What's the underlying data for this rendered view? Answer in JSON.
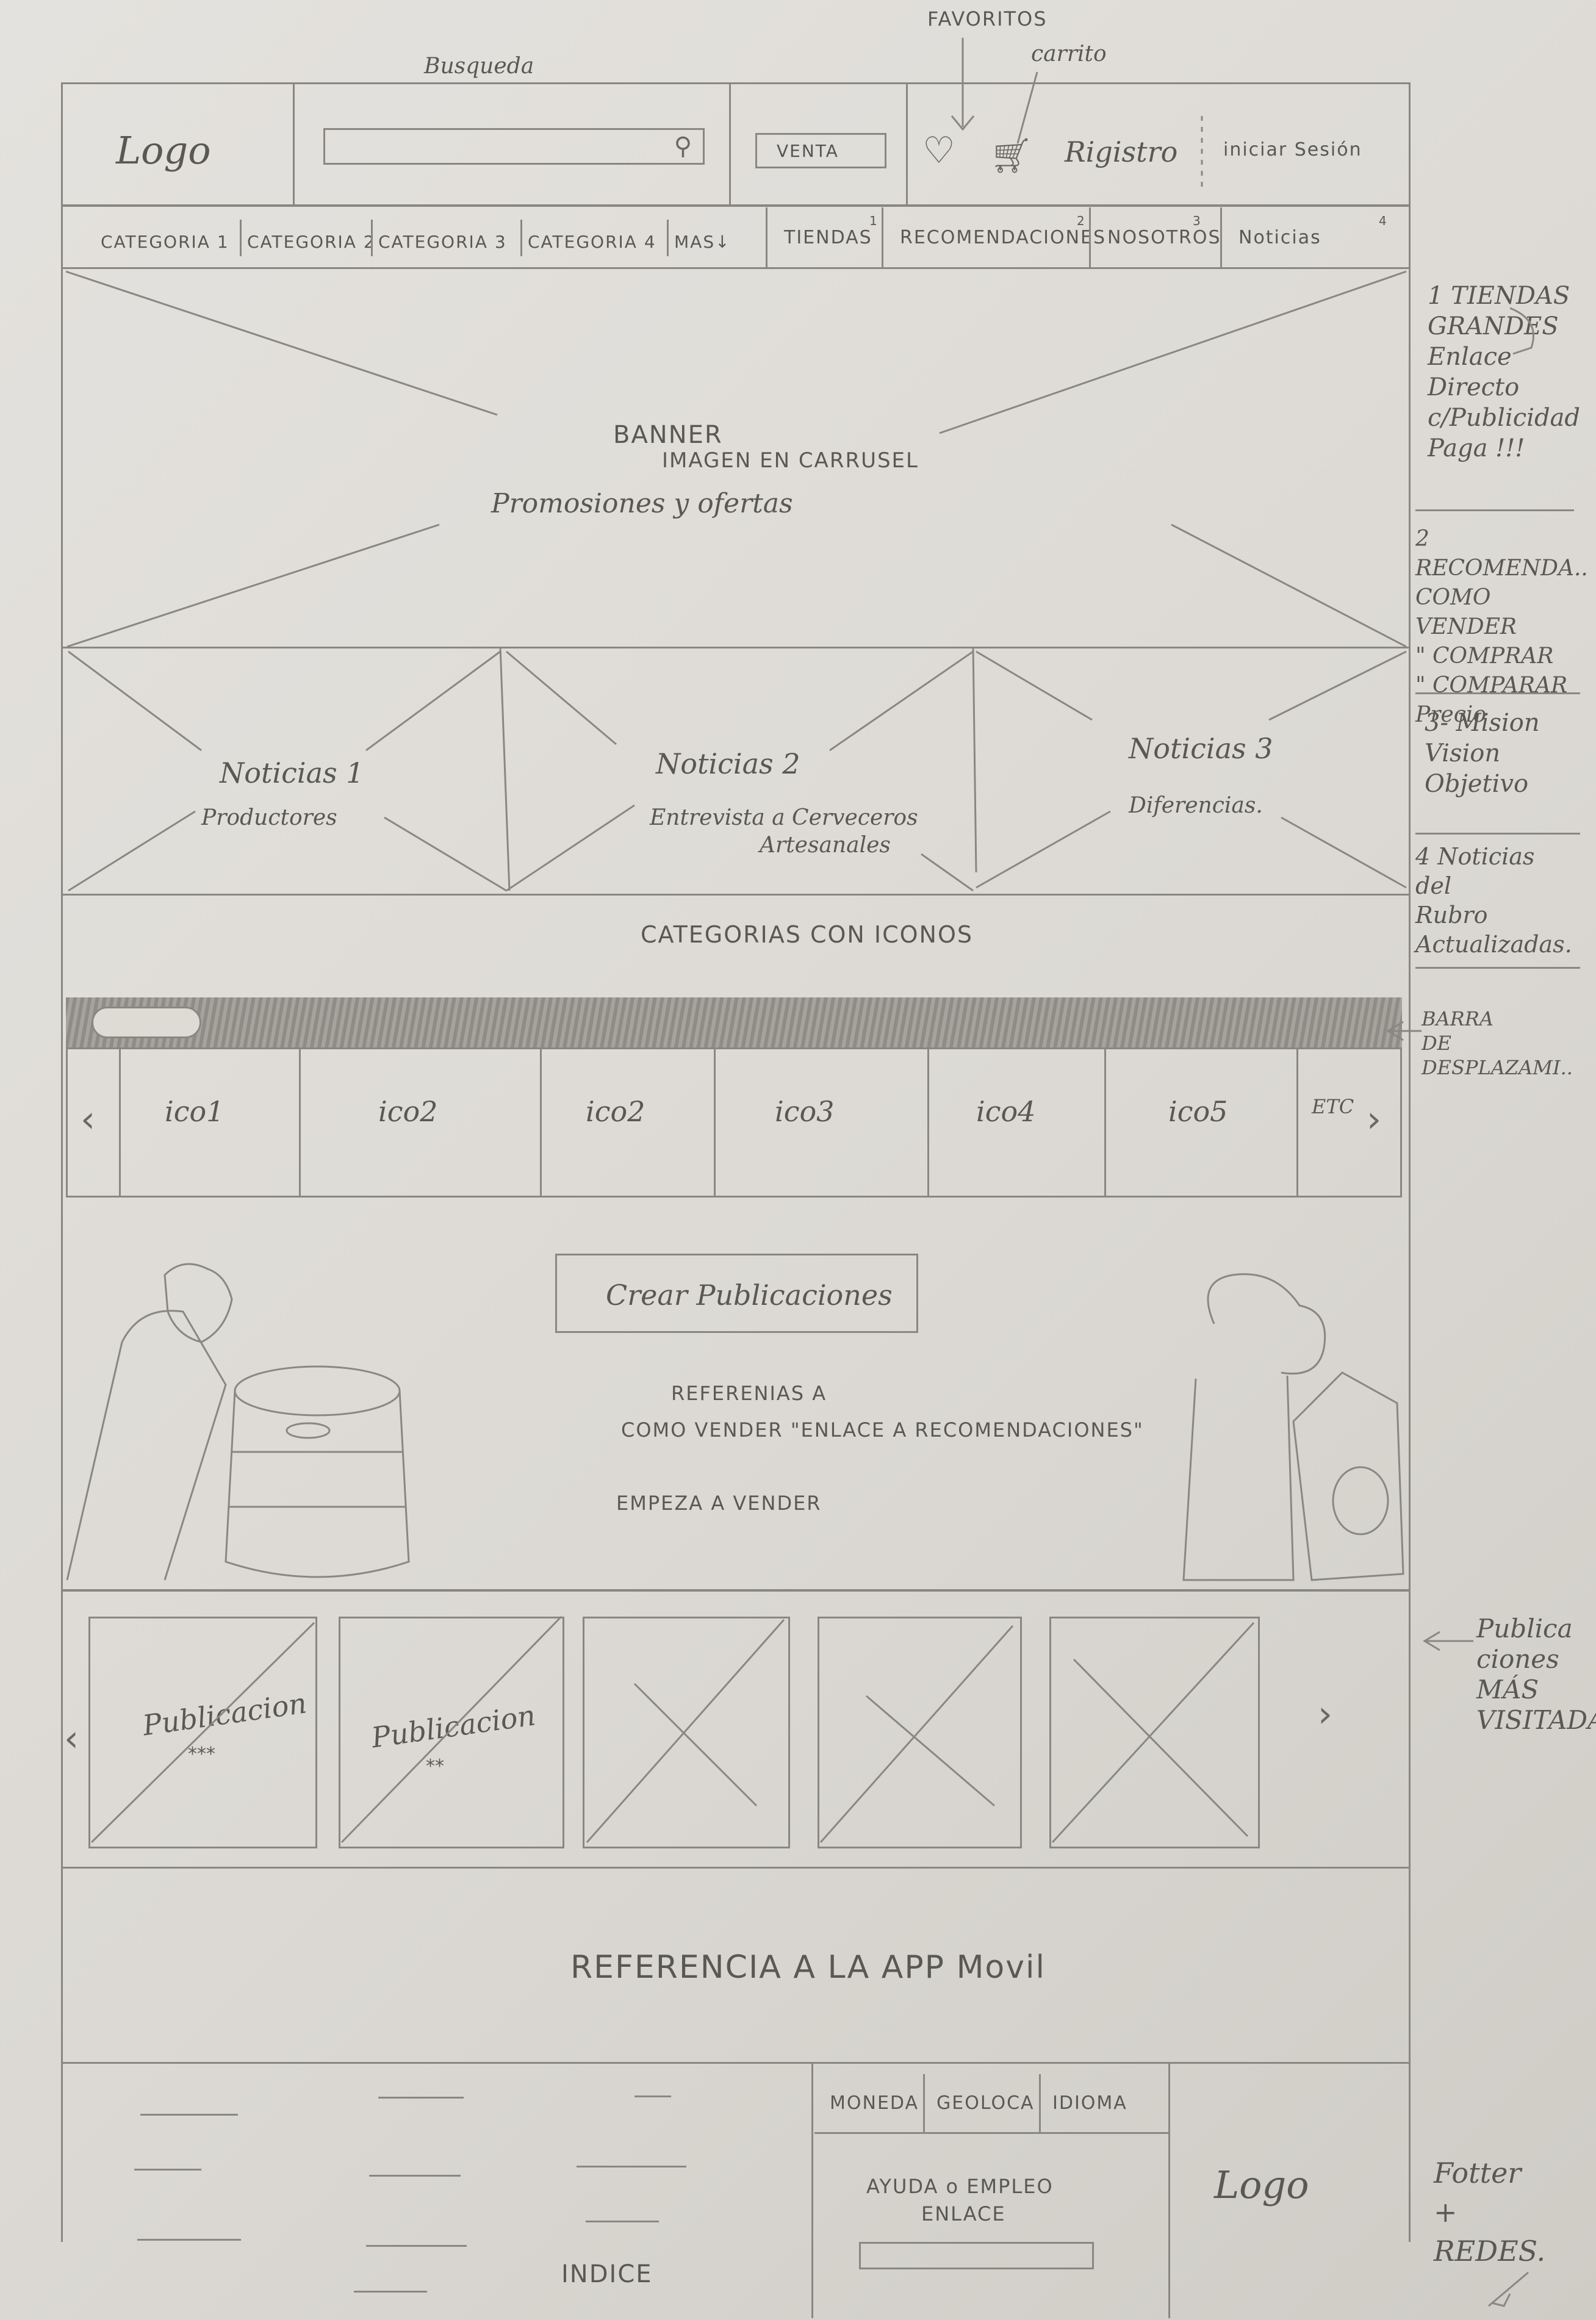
{
  "header": {
    "logo": "Logo",
    "search_label": "Busqueda",
    "venta_button": "VENTA",
    "favoritos_label": "FAVORITOS",
    "carrito_label": "carrito",
    "registro": "Rigistro",
    "iniciar_sesion": "iniciar Sesión"
  },
  "nav": {
    "categories": [
      "CATEGORIA 1",
      "CATEGORIA 2",
      "CATEGORIA 3",
      "CATEGORIA 4",
      "MAS↓"
    ],
    "sections": [
      {
        "label": "TIENDAS",
        "num": "1"
      },
      {
        "label": "RECOMENDACIONES",
        "num": "2"
      },
      {
        "label": "NOSOTROS",
        "num": "3"
      },
      {
        "label": "Noticias",
        "num": "4"
      }
    ]
  },
  "banner": {
    "line1": "BANNER",
    "line2": "IMAGEN EN CARRUSEL",
    "line3": "Promosiones y ofertas"
  },
  "news": [
    {
      "title": "Noticias 1",
      "subtitle": "Productores"
    },
    {
      "title": "Noticias 2",
      "subtitle": "Entrevista a Cerveceros",
      "subtitle2": "Artesanales"
    },
    {
      "title": "Noticias 3",
      "subtitle": "Diferencias."
    }
  ],
  "categories_icons": {
    "title": "CATEGORIAS CON ICONOS",
    "items": [
      "ico1",
      "ico2",
      "ico2",
      "ico3",
      "ico4",
      "ico5",
      "ETC"
    ]
  },
  "create": {
    "button": "Crear Publicaciones",
    "ref1": "REFERENIAS A",
    "ref2": "COMO VENDER \"ENLACE A RECOMENDACIONES\"",
    "ref3": "EMPEZA A VENDER"
  },
  "publications": [
    {
      "label": "Publicacion",
      "stars": "***"
    },
    {
      "label": "Publicacion",
      "stars": "**"
    }
  ],
  "app_ref": "REFERENCIA A LA APP Movil",
  "footer": {
    "tabs": [
      "MONEDA",
      "GEOLOCA",
      "IDIOMA"
    ],
    "help1": "AYUDA o EMPLEO",
    "help2": "ENLACE",
    "indice": "INDICE",
    "logo": "Logo"
  },
  "side_notes": {
    "n1": [
      "1 TIENDAS",
      "GRANDES",
      "Enlace",
      "Directo",
      "c/Publicidad",
      "Paga !!!"
    ],
    "n2": [
      "2 RECOMENDA..",
      "COMO VENDER",
      "\" COMPRAR",
      "\" COMPARAR",
      "Precio"
    ],
    "n3": [
      "3- Mision",
      "Vision",
      "Objetivo"
    ],
    "n4": [
      "4 Noticias",
      "del",
      "Rubro",
      "Actualizadas."
    ],
    "barra": [
      "BARRA",
      "DE DESPLAZAMI.."
    ],
    "pub": [
      "Publica",
      "ciones",
      "MÁS",
      "VISITADAS."
    ],
    "footer": [
      "Fotter",
      "+",
      "REDES."
    ]
  }
}
